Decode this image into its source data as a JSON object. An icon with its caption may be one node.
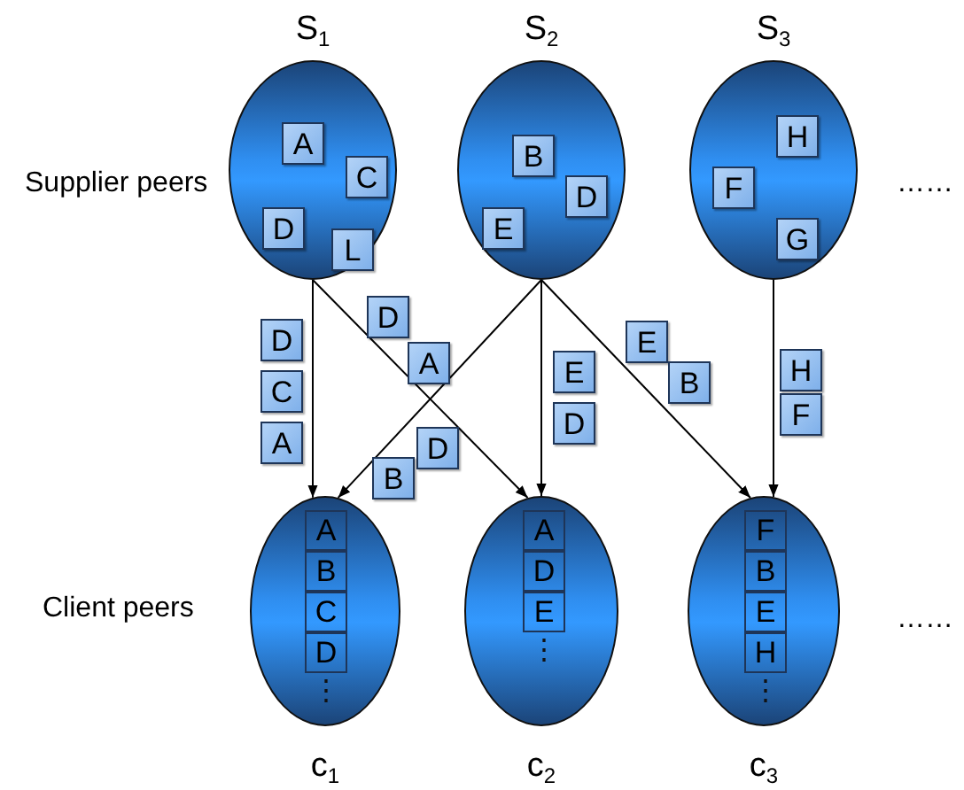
{
  "diagram": {
    "nodes": [
      {
        "text": [
          "S$_{1}$"
        ]
      },
      {
        "text": [
          "A"
        ],
        "in": 0
      },
      {
        "text": [
          "C"
        ],
        "in": 0
      },
      {
        "text": [
          "D"
        ],
        "in": 0
      },
      {
        "text": [
          "L"
        ],
        "in": 0
      },
      {
        "text": [
          "S$_{2}$"
        ]
      },
      {
        "text": [
          "B"
        ],
        "in": 5
      },
      {
        "text": [
          "D"
        ],
        "in": 5
      },
      {
        "text": [
          "E"
        ],
        "in": 5
      },
      {
        "text": [
          "S$_{3}$"
        ]
      },
      {
        "text": [
          "H"
        ],
        "in": 9
      },
      {
        "text": [
          "F"
        ],
        "in": 9
      },
      {
        "text": [
          "G"
        ],
        "in": 9
      },
      {
        "text": [
          "D"
        ]
      },
      {
        "text": [
          "C"
        ]
      },
      {
        "text": [
          "A"
        ]
      },
      {
        "text": [
          "D"
        ]
      },
      {
        "text": [
          "A"
        ]
      },
      {
        "text": [
          "D"
        ]
      },
      {
        "text": [
          "B"
        ]
      },
      {
        "text": [
          "E"
        ]
      },
      {
        "text": [
          "D"
        ]
      },
      {
        "text": [
          "E"
        ]
      },
      {
        "text": [
          "B"
        ]
      },
      {
        "text": [
          "H"
        ]
      },
      {
        "text": [
          "F"
        ]
      },
      {
        "text": [
          "⋮",
          "c$_{1}$"
        ]
      },
      {
        "text": [
          "A"
        ],
        "in": 26
      },
      {
        "text": [
          "B"
        ],
        "in": 26
      },
      {
        "text": [
          "C"
        ],
        "in": 26
      },
      {
        "text": [
          "D"
        ],
        "in": 26
      },
      {
        "text": [
          "⋮",
          "c$_{2}$"
        ]
      },
      {
        "text": [
          "A"
        ],
        "in": 31
      },
      {
        "text": [
          "D"
        ],
        "in": 31
      },
      {
        "text": [
          "E"
        ],
        "in": 31
      },
      {
        "text": [
          "⋮",
          "c$_{3}$"
        ]
      },
      {
        "text": [
          "F"
        ],
        "in": 35
      },
      {
        "text": [
          "B"
        ],
        "in": 35
      },
      {
        "text": [
          "E"
        ],
        "in": 35
      },
      {
        "text": [
          "H"
        ],
        "in": 35
      }
    ],
    "edges": [
      {
        "from": 0,
        "to": 26,
        "arrow": "to"
      },
      {
        "from": 0,
        "to": 31,
        "arrow": "to"
      },
      {
        "from": 5,
        "to": 26,
        "arrow": "to"
      },
      {
        "from": 5,
        "to": 31,
        "arrow": "to"
      },
      {
        "from": 5,
        "to": 35,
        "arrow": "to"
      },
      {
        "from": 9,
        "to": 35,
        "arrow": "to"
      }
    ],
    "labels": [
      "Supplier peers",
      "……",
      "Client peers",
      "……"
    ]
  }
}
